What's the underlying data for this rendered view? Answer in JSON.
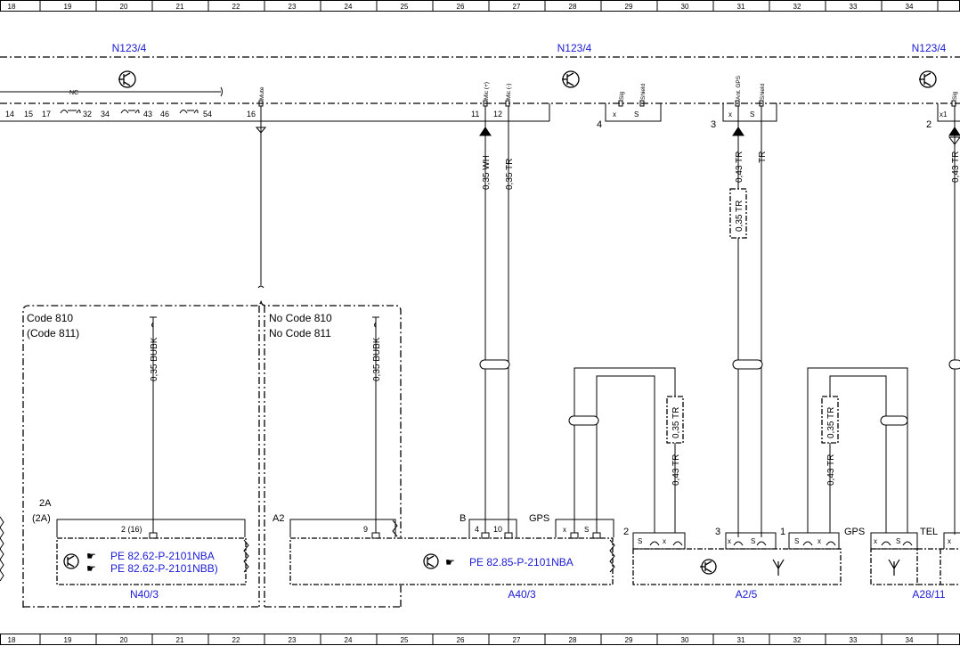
{
  "columns": [
    "18",
    "19",
    "20",
    "21",
    "22",
    "23",
    "24",
    "25",
    "26",
    "27",
    "28",
    "29",
    "30",
    "31",
    "32",
    "33",
    "34"
  ],
  "top_labels": {
    "left": "N123/4",
    "middle": "N123/4",
    "right": "N123/4"
  },
  "connector_top": {
    "nc": "NC",
    "left_pins": [
      "14",
      "15",
      "17",
      "32",
      "34",
      "43",
      "46",
      "54"
    ],
    "mute_pin": "16",
    "mute_label": "Mute",
    "mic_plus_pin": "11",
    "mic_plus_label": "Mic (+)",
    "mic_minus_pin": "12",
    "mic_minus_label": "Mic (-)",
    "sig_label": "Sig",
    "shield_label": "Shield",
    "ant_gps_label": "Ant. GPS",
    "plug4": "4",
    "plug3": "3",
    "plug2": "2",
    "x": "x",
    "s": "S",
    "x1": "x1",
    "sig_right": "Sig"
  },
  "wires": {
    "mic_plus": "0,35 WH",
    "mic_minus": "0,35 TR",
    "ant_a": "0,43 TR",
    "ant_b": "0,35 TR",
    "ant_shield": "TR",
    "right_edge": "0,43 TR",
    "bubk_left": "0,35 BUBK",
    "bubk_right": "0,35 BUBK",
    "shield_box": "0,35 TR",
    "shield_low": "0,43 TR",
    "gps_box": "0,35 TR",
    "gps_low": "0,43 TR"
  },
  "code_boxes": {
    "left_line1": "Code 810",
    "left_line2": "(Code 811)",
    "right_line1": "No Code 810",
    "right_line2": "No Code 811"
  },
  "bottom": {
    "n40_id": "2A",
    "n40_id2": "(2A)",
    "n40_pin": "2 (16)",
    "n40_ref1": "PE 82.62-P-2101NBA",
    "n40_ref2": "PE 82.62-P-2101NBB)",
    "n40_label": "N40/3",
    "a2_tag": "A2",
    "pin9": "9",
    "b_tag": "B",
    "pin4": "4",
    "pin10": "10",
    "gps_tag": "GPS",
    "a40_ref": "PE 82.85-P-2101NBA",
    "a40_label": "A40/3",
    "a25_p2": "2",
    "a25_p3": "3",
    "a25_p1": "1",
    "a25_gps": "GPS",
    "a25_label": "A2/5",
    "tel_tag": "TEL",
    "a28_label": "A28/11"
  }
}
